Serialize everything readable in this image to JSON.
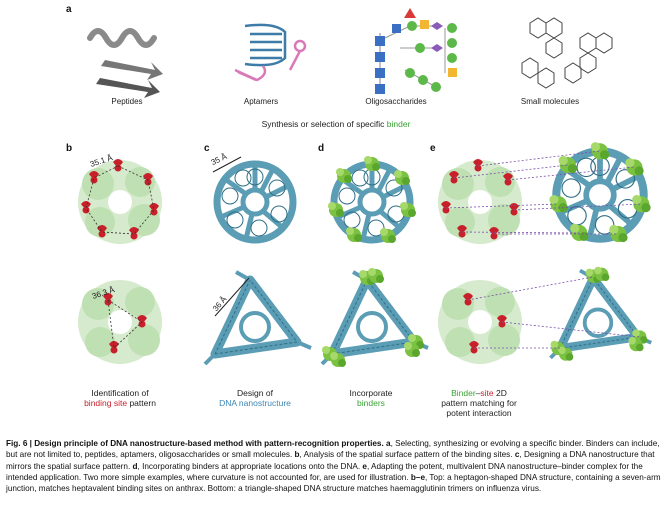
{
  "panels": {
    "a": {
      "label": "a",
      "categories": [
        "Peptides",
        "Aptamers",
        "Oligosaccharides",
        "Small molecules"
      ],
      "subtitle_prefix": "Synthesis or selection of specific ",
      "subtitle_highlight": "binder"
    },
    "b": {
      "label": "b",
      "measure_top": "35.1 Å",
      "measure_bottom": "36.3 Å",
      "caption_line1": "Identification of",
      "caption_highlight": "binding site",
      "caption_rest": " pattern"
    },
    "c": {
      "label": "c",
      "measure_top": "35 Å",
      "measure_bottom": "36 Å",
      "caption_line1": "Design of",
      "caption_highlight": "DNA nanostructure"
    },
    "d": {
      "label": "d",
      "caption_line1": "Incorporate",
      "caption_highlight": "binders"
    },
    "e": {
      "label": "e",
      "caption_hl1": "Binder",
      "caption_dash": "–",
      "caption_hl2": "site",
      "caption_rest1": " 2D",
      "caption_line2": "pattern matching for",
      "caption_line3": "potent interaction"
    }
  },
  "figure_caption": {
    "fig_label": "Fig. 6 | Design principle of DNA nanostructure-based method with pattern-recognition properties.",
    "a_label": "a",
    "a_text": ", Selecting, synthesizing or evolving a specific binder. Binders can include, but are not limited to, peptides, aptamers, oligosaccharides or small molecules.",
    "b_label": "b",
    "b_text": ", Analysis of the spatial surface pattern of the binding sites.",
    "c_label": "c",
    "c_text": ", Designing a DNA nanostructure that mirrors the spatial surface pattern.",
    "d_label": "d",
    "d_text": ", Incorporating binders at appropriate locations onto the DNA.",
    "e_label": "e",
    "e_text": ", Adapting the potent, multivalent DNA nanostructure–binder complex for the intended application. Two more simple examples, where curvature is not accounted for, are used for illustration.",
    "be_label": "b–e",
    "be_text": ", Top: a heptagon-shaped DNA structure, containing a seven-arm junction, matches heptavalent binding sites on anthrax. Bottom: a triangle-shaped DNA structure matches haemagglutinin trimers on influenza virus."
  },
  "colors": {
    "dna": "#5b9db5",
    "dna_dark": "#2f6f87",
    "binder_green": "#7cc242",
    "protein_light": "#cfe8c4",
    "site_red": "#c8202a",
    "aptamer_pink": "#d87ab8",
    "sugar_blue": "#3a6fc4",
    "sugar_green": "#5cb848",
    "sugar_yellow": "#f2b632",
    "sugar_purple": "#8a5bb8",
    "link_purple": "#7a4fa8"
  }
}
